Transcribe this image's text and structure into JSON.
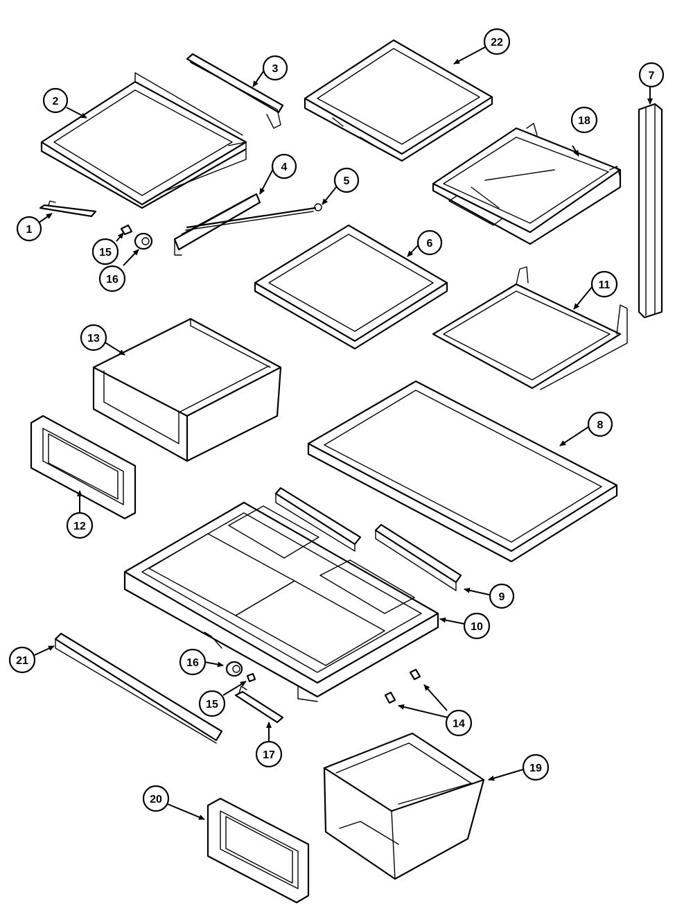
{
  "diagram": {
    "callouts": [
      {
        "id": "c1",
        "label": "1"
      },
      {
        "id": "c2",
        "label": "2"
      },
      {
        "id": "c3",
        "label": "3"
      },
      {
        "id": "c4",
        "label": "4"
      },
      {
        "id": "c5",
        "label": "5"
      },
      {
        "id": "c6",
        "label": "6"
      },
      {
        "id": "c7",
        "label": "7"
      },
      {
        "id": "c8",
        "label": "8"
      },
      {
        "id": "c9",
        "label": "9"
      },
      {
        "id": "c10",
        "label": "10"
      },
      {
        "id": "c11",
        "label": "11"
      },
      {
        "id": "c12",
        "label": "12"
      },
      {
        "id": "c13",
        "label": "13"
      },
      {
        "id": "c14",
        "label": "14"
      },
      {
        "id": "c15a",
        "label": "15"
      },
      {
        "id": "c15b",
        "label": "15"
      },
      {
        "id": "c16a",
        "label": "16"
      },
      {
        "id": "c16b",
        "label": "16"
      },
      {
        "id": "c17",
        "label": "17"
      },
      {
        "id": "c18",
        "label": "18"
      },
      {
        "id": "c19",
        "label": "19"
      },
      {
        "id": "c20",
        "label": "20"
      },
      {
        "id": "c21",
        "label": "21"
      },
      {
        "id": "c22",
        "label": "22"
      }
    ]
  }
}
